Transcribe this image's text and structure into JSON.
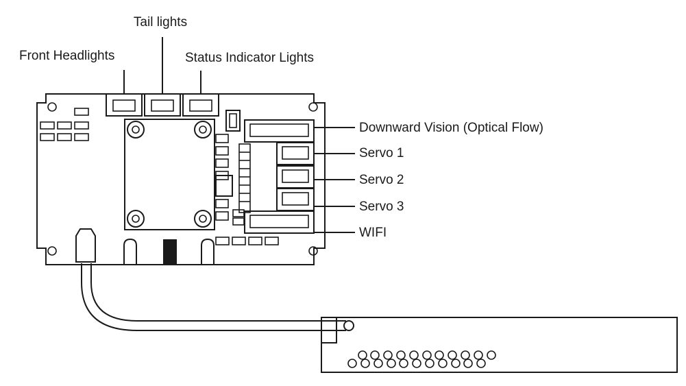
{
  "labels": {
    "tail_lights": "Tail lights",
    "front_headlights": "Front Headlights",
    "status_indicator_lights": "Status Indicator Lights",
    "downward_vision": "Downward Vision (Optical Flow)",
    "servo_1": "Servo 1",
    "servo_2": "Servo 2",
    "servo_3": "Servo 3",
    "wifi": "WIFI"
  },
  "colors": {
    "stroke": "#1a1a1a",
    "background": "#ffffff",
    "fill_dark": "#1a1a1a"
  }
}
